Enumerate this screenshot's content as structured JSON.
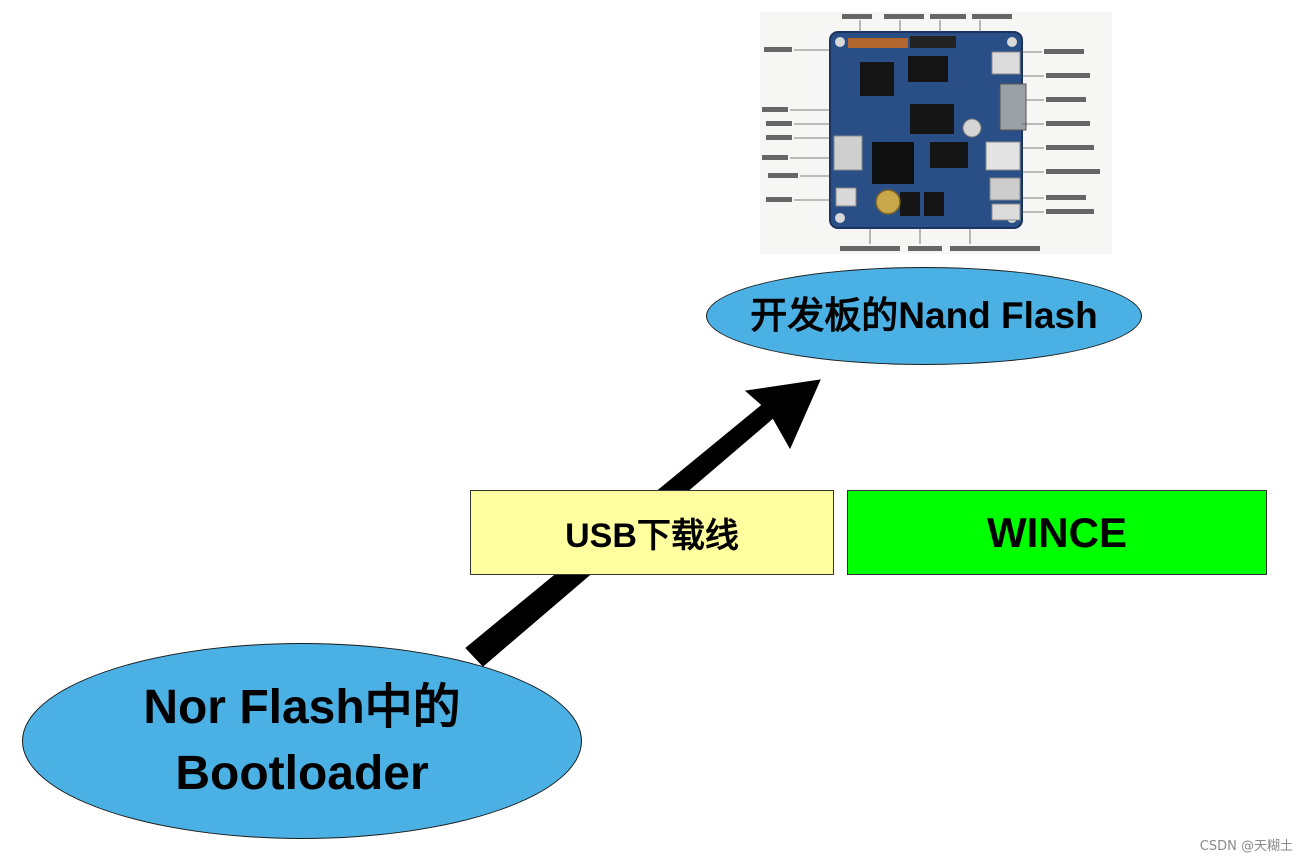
{
  "nodes": {
    "bootloader": {
      "line1": "Nor Flash中的",
      "line2": "Bootloader",
      "fill": "#4bb1e4"
    },
    "nand": {
      "label": "开发板的Nand Flash",
      "fill": "#4bb1e4"
    }
  },
  "labels": {
    "usb_cable": {
      "text": "USB下载线",
      "fill": "#ffffa0"
    },
    "wince": {
      "text": "WINCE",
      "fill": "#00ff00"
    }
  },
  "arrow": {
    "color": "#000000",
    "from": "bootloader",
    "to": "nand"
  },
  "photo": {
    "subject": "development-board-photo"
  },
  "watermark": {
    "text": "CSDN @天糊土"
  }
}
